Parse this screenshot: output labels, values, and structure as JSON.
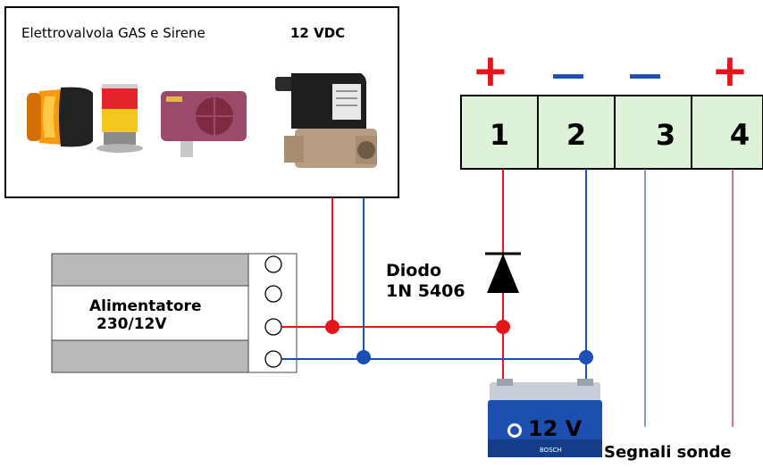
{
  "device_box": {
    "title": "Elettrovalvola GAS e Sirene",
    "voltage": "12 VDC"
  },
  "terminal_block": {
    "terminals": [
      {
        "number": "1",
        "polarity": "+",
        "polarity_color": "#e8141c"
      },
      {
        "number": "2",
        "polarity": "—",
        "polarity_color": "#1c4fb5"
      },
      {
        "number": "3",
        "polarity": "—",
        "polarity_color": "#1c4fb5"
      },
      {
        "number": "4",
        "polarity": "+",
        "polarity_color": "#e8141c"
      }
    ],
    "fill_color": "#ddf2d8"
  },
  "power_supply": {
    "line1": "Alimentatore",
    "line2": "230/12V"
  },
  "diode": {
    "line1": "Diodo",
    "line2": "1N  5406"
  },
  "battery": {
    "label": "12 V",
    "brand": "BOSCH"
  },
  "signals_label": "Segnali sonde",
  "wire_colors": {
    "positive": "#e8141c",
    "negative": "#1c4fb5"
  }
}
